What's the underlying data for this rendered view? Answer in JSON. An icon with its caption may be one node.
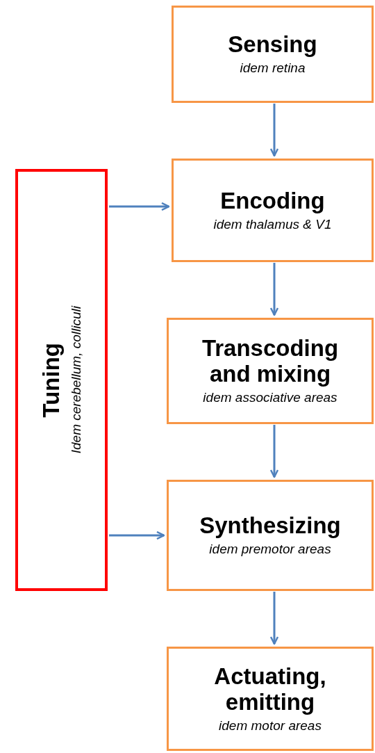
{
  "diagram": {
    "nodes": [
      {
        "text": [
          "Sensing",
          "idem retina"
        ]
      },
      {
        "text": [
          "Encoding",
          "idem thalamus & V1"
        ]
      },
      {
        "text": [
          "Transcoding and mixing",
          "idem associative areas"
        ]
      },
      {
        "text": [
          "Synthesizing",
          "idem premotor areas"
        ]
      },
      {
        "text": [
          "Actuating, emitting",
          "idem motor areas"
        ]
      },
      {
        "text": [
          "Tuning",
          "Idem cerebellum, colliculi"
        ]
      }
    ],
    "edges": [
      {
        "from": 0,
        "to": 1,
        "arrow": "to"
      },
      {
        "from": 1,
        "to": 2,
        "arrow": "to"
      },
      {
        "from": 2,
        "to": 3,
        "arrow": "to"
      },
      {
        "from": 3,
        "to": 4,
        "arrow": "to"
      },
      {
        "from": 5,
        "to": 1,
        "arrow": "to"
      },
      {
        "from": 5,
        "to": 3,
        "arrow": "to"
      }
    ]
  }
}
